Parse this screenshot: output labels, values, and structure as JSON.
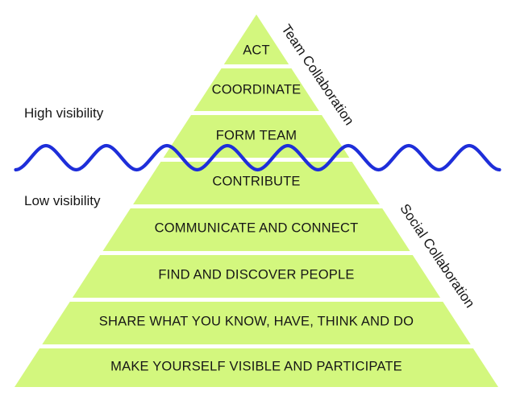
{
  "diagram": {
    "background_color": "#ffffff",
    "text_color": "#161616",
    "pyramid": {
      "fill_color": "#d3f77e",
      "layers": [
        {
          "label": "ACT"
        },
        {
          "label": "COORDINATE"
        },
        {
          "label": "FORM TEAM"
        },
        {
          "label": "CONTRIBUTE"
        },
        {
          "label": "COMMUNICATE AND CONNECT"
        },
        {
          "label": "FIND AND DISCOVER PEOPLE"
        },
        {
          "label": "SHARE WHAT YOU KNOW, HAVE, THINK AND DO"
        },
        {
          "label": "MAKE YOURSELF VISIBLE AND PARTICIPATE"
        }
      ]
    },
    "side_labels": {
      "top": "Team Collaboration",
      "bottom": "Social Collaboration"
    },
    "visibility_wave": {
      "color": "#1e2ed9",
      "above_label": "High visibility",
      "below_label": "Low visibility"
    }
  }
}
